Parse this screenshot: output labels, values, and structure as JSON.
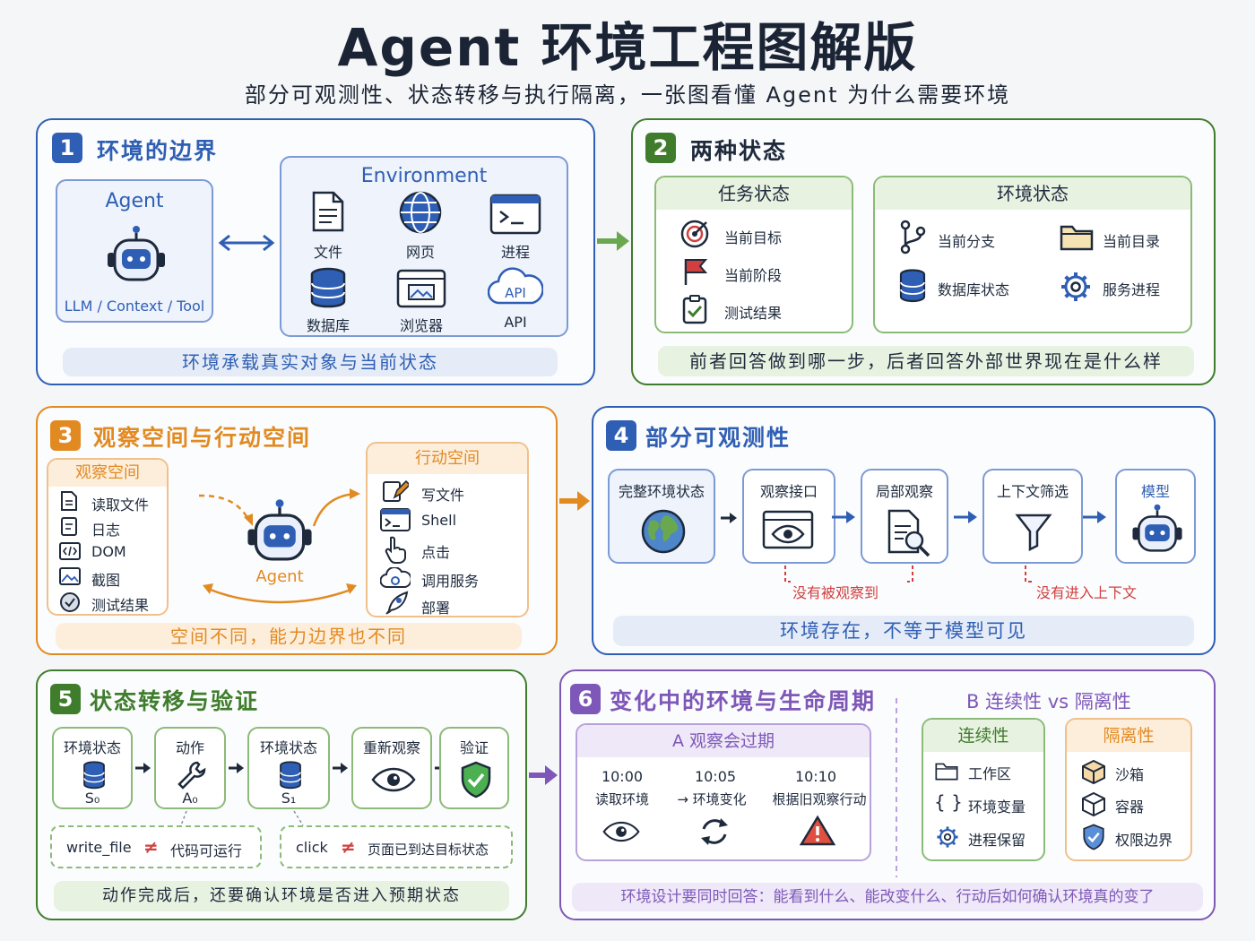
{
  "title": "Agent 环境工程图解版",
  "subtitle": "部分可观测性、状态转移与执行隔离，一张图看懂 Agent 为什么需要环境",
  "colors": {
    "blue": "#2f5fb4",
    "green": "#3f7d2c",
    "orange": "#e28a22",
    "purple": "#7e58b8"
  },
  "p1": {
    "num": "1",
    "title": "环境的边界",
    "agent_title": "Agent",
    "agent_caption": "LLM / Context / Tool",
    "env_title": "Environment",
    "env_items": [
      "文件",
      "网页",
      "进程",
      "数据库",
      "浏览器",
      "API"
    ],
    "api_badge": "API",
    "footer": "环境承载真实对象与当前状态"
  },
  "p2": {
    "num": "2",
    "title": "两种状态",
    "task_title": "任务状态",
    "task_items": [
      "当前目标",
      "当前阶段",
      "测试结果"
    ],
    "env_title": "环境状态",
    "env_items": [
      "当前分支",
      "当前目录",
      "数据库状态",
      "服务进程"
    ],
    "footer": "前者回答做到哪一步，后者回答外部世界现在是什么样"
  },
  "p3": {
    "num": "3",
    "title": "观察空间与行动空间",
    "obs_title": "观察空间",
    "obs_items": [
      "读取文件",
      "日志",
      "DOM",
      "截图",
      "测试结果"
    ],
    "agent": "Agent",
    "act_title": "行动空间",
    "act_items": [
      "写文件",
      "Shell",
      "点击",
      "调用服务",
      "部署"
    ],
    "footer": "空间不同，能力边界也不同"
  },
  "p4": {
    "num": "4",
    "title": "部分可观测性",
    "steps": [
      "完整环境状态",
      "观察接口",
      "局部观察",
      "上下文筛选",
      "模型"
    ],
    "note1": "没有被观察到",
    "note2": "没有进入上下文",
    "footer": "环境存在，不等于模型可见"
  },
  "p5": {
    "num": "5",
    "title": "状态转移与验证",
    "steps": [
      "环境状态",
      "动作",
      "环境状态",
      "重新观察",
      "验证"
    ],
    "subs": [
      "S₀",
      "A₀",
      "S₁"
    ],
    "ex1_cmd": "write_file",
    "ex1_neq": "≠",
    "ex1_text": "代码可运行",
    "ex2_cmd": "click",
    "ex2_neq": "≠",
    "ex2_text": "页面已到达目标状态",
    "footer": "动作完成后，还要确认环境是否进入预期状态"
  },
  "p6": {
    "num": "6",
    "title": "变化中的环境与生命周期",
    "a_title": "A 观察会过期",
    "times": [
      "10:00",
      "10:05",
      "10:10"
    ],
    "events": [
      "读取环境",
      "→ 环境变化",
      "根据旧观察行动"
    ],
    "b_title": "B 连续性 vs 隔离性",
    "cont_title": "连续性",
    "cont_items": [
      "工作区",
      "环境变量",
      "进程保留"
    ],
    "cont_brace": "{ }",
    "iso_title": "隔离性",
    "iso_items": [
      "沙箱",
      "容器",
      "权限边界"
    ],
    "footer": "环境设计要同时回答：能看到什么、能改变什么、行动后如何确认环境真的变了"
  }
}
